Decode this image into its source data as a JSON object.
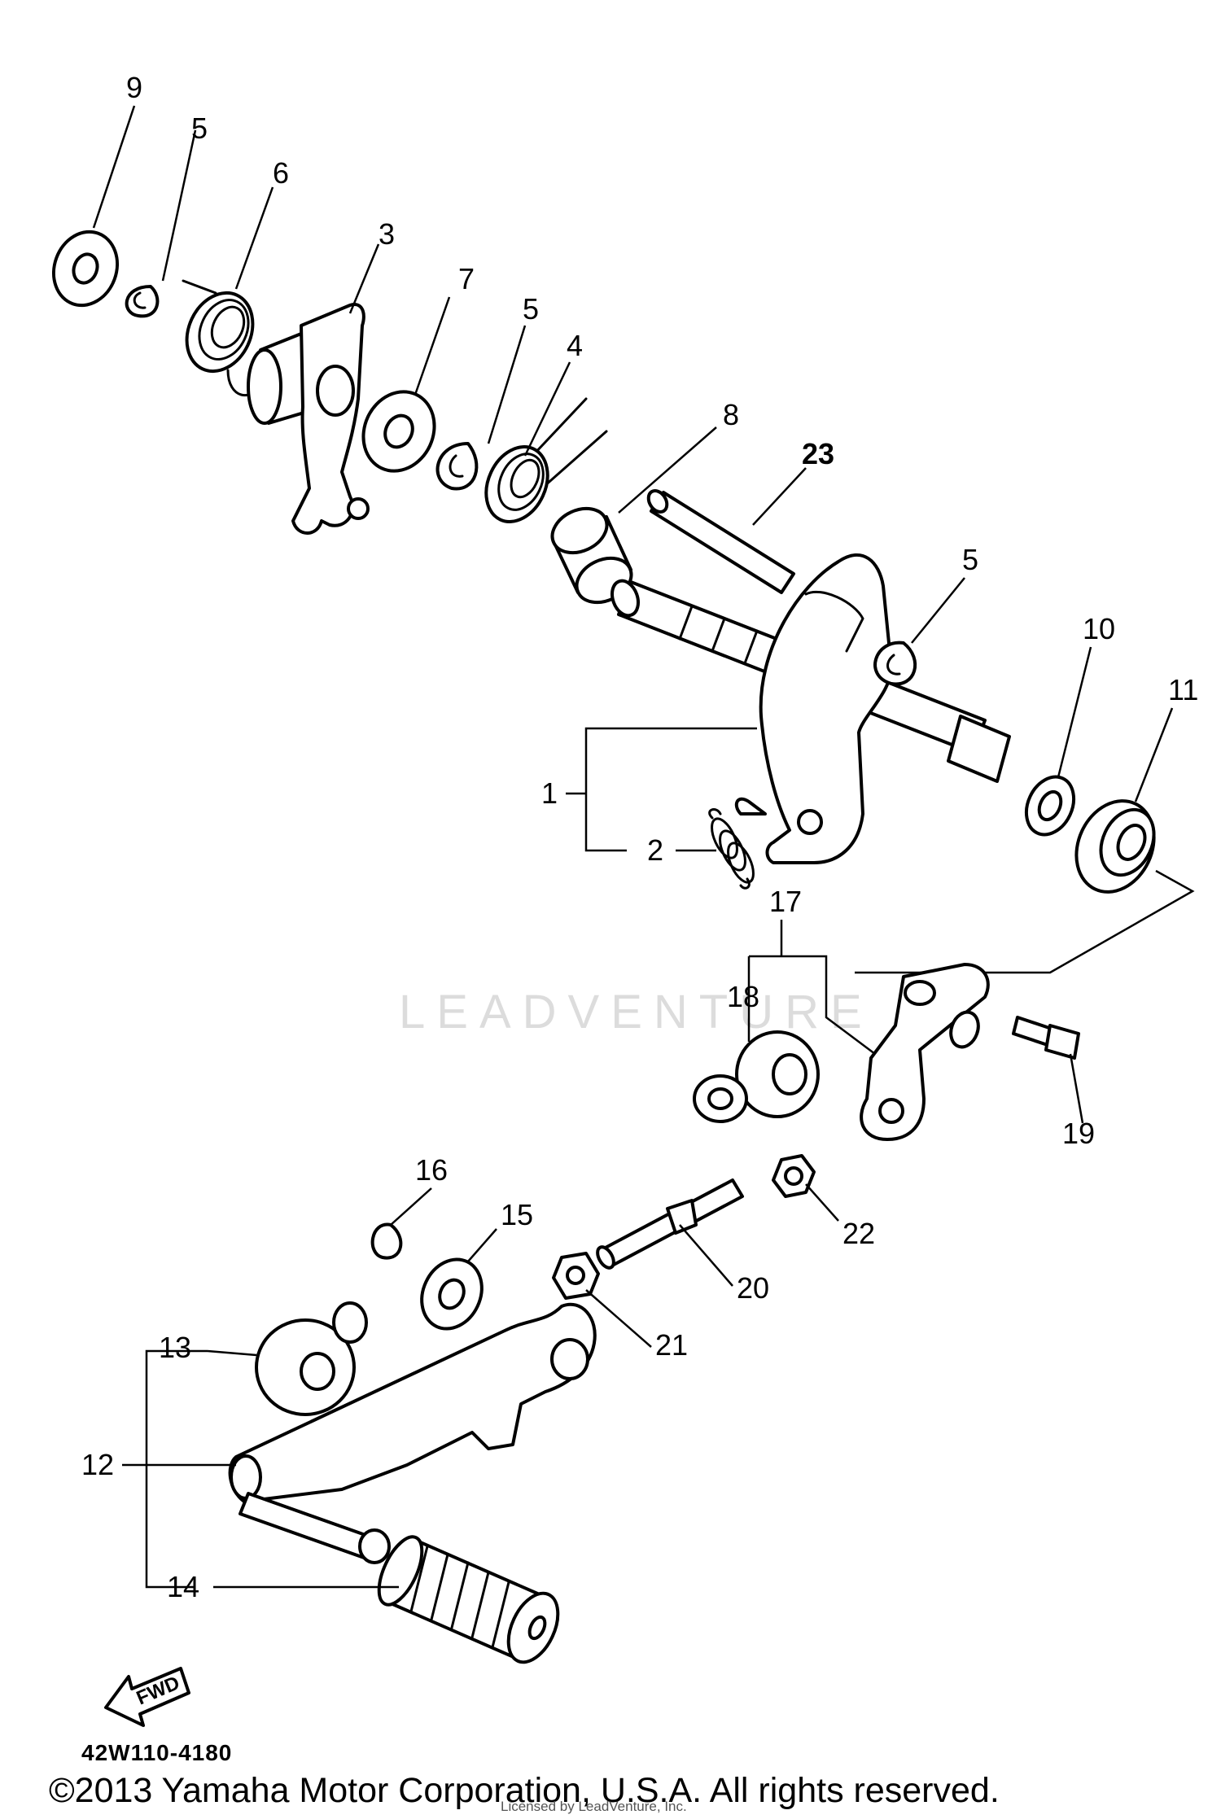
{
  "diagram": {
    "watermark": "LEADVENTURE",
    "doc_code": "42W110-4180",
    "copyright": "©2013 Yamaha Motor Corporation, U.S.A. All rights reserved.",
    "license_line": "Licensed by LeadVenture, Inc.",
    "fwd_label": "FWD",
    "callouts": [
      {
        "id": "c9",
        "label": "9"
      },
      {
        "id": "c5a",
        "label": "5"
      },
      {
        "id": "c6",
        "label": "6"
      },
      {
        "id": "c3",
        "label": "3"
      },
      {
        "id": "c7",
        "label": "7"
      },
      {
        "id": "c5b",
        "label": "5"
      },
      {
        "id": "c4",
        "label": "4"
      },
      {
        "id": "c8",
        "label": "8"
      },
      {
        "id": "c23",
        "label": "23"
      },
      {
        "id": "c5c",
        "label": "5"
      },
      {
        "id": "c10",
        "label": "10"
      },
      {
        "id": "c11",
        "label": "11"
      },
      {
        "id": "c1",
        "label": "1"
      },
      {
        "id": "c2",
        "label": "2"
      },
      {
        "id": "c17",
        "label": "17"
      },
      {
        "id": "c18",
        "label": "18"
      },
      {
        "id": "c19",
        "label": "19"
      },
      {
        "id": "c16",
        "label": "16"
      },
      {
        "id": "c15",
        "label": "15"
      },
      {
        "id": "c22",
        "label": "22"
      },
      {
        "id": "c20",
        "label": "20"
      },
      {
        "id": "c21",
        "label": "21"
      },
      {
        "id": "c13",
        "label": "13"
      },
      {
        "id": "c12",
        "label": "12"
      },
      {
        "id": "c14",
        "label": "14"
      }
    ]
  }
}
